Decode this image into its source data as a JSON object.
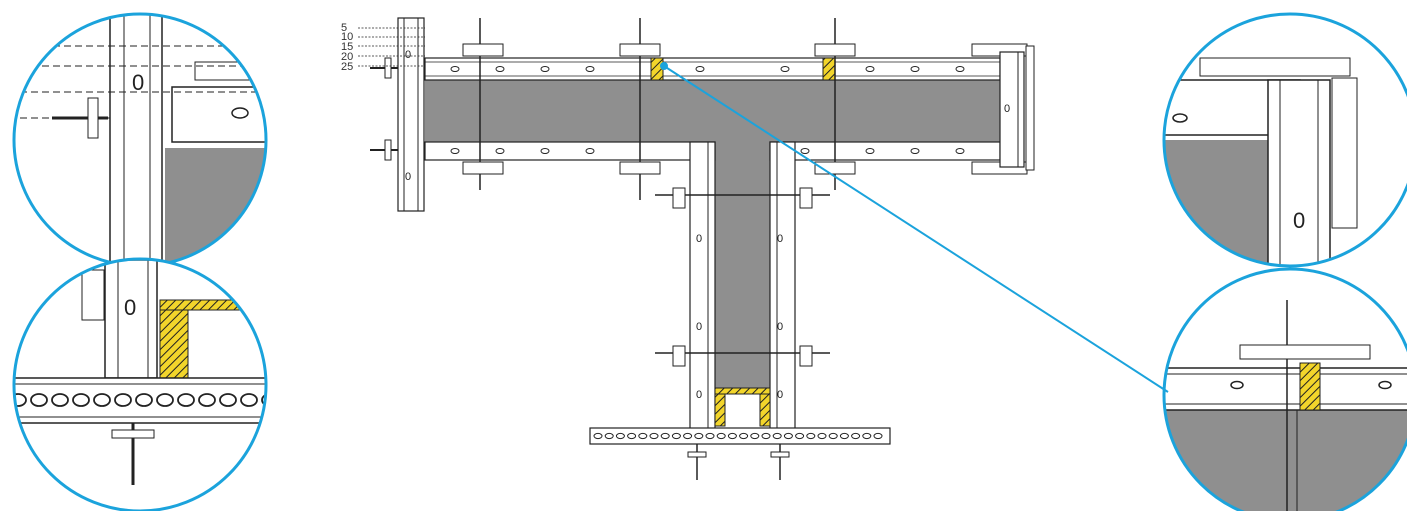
{
  "diagram": {
    "depth_labels": [
      "5",
      "10",
      "15",
      "20",
      "25"
    ],
    "hole_mark": "0",
    "colors": {
      "concrete": "#8f8f8f",
      "filler": "#f2d52b",
      "callout": "#1ba3dc",
      "line": "#222222"
    },
    "icons": {
      "detail_callout": "magnifier-circle",
      "leader": "connector-line"
    }
  }
}
